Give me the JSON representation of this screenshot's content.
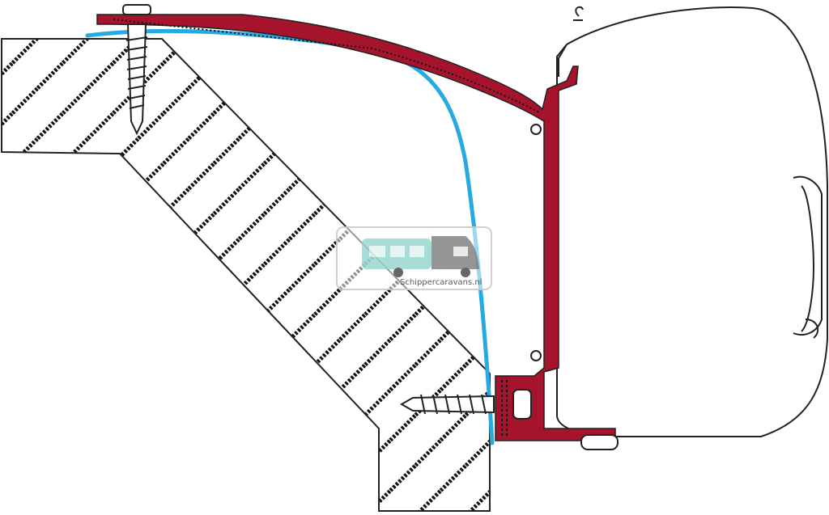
{
  "diagram": {
    "kind": "awning adapter mounting cross-section",
    "parts": {
      "wall_section": {
        "hatched": true
      },
      "top_screw": {
        "type": "screw"
      },
      "side_screw": {
        "type": "screw"
      },
      "adapter_rail": {
        "color": "#a5142c"
      },
      "seal_strip": {
        "color": "#27a9e1"
      },
      "awning_housing": {
        "color": "#ffffff"
      }
    }
  },
  "watermark": {
    "text": "Schippercaravans.nl",
    "colors": {
      "caravan": "#9fd9d4",
      "camper": "#8a8a8a"
    }
  }
}
